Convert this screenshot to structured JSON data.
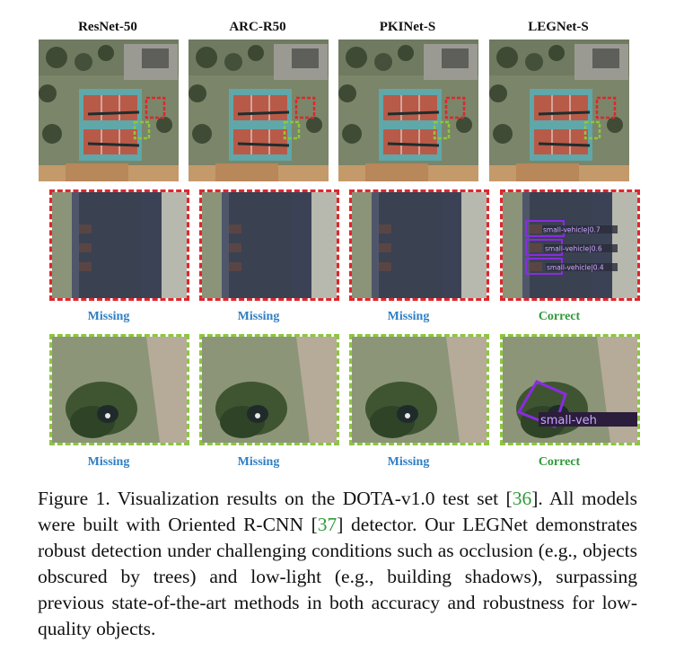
{
  "columns": [
    {
      "title": "ResNet-50",
      "row1_result": "Missing",
      "row2_result": "Missing"
    },
    {
      "title": "ARC-R50",
      "row1_result": "Missing",
      "row2_result": "Missing"
    },
    {
      "title": "PKINet-S",
      "row1_result": "Missing",
      "row2_result": "Missing"
    },
    {
      "title": "LEGNet-S",
      "row1_result": "Correct",
      "row2_result": "Correct"
    }
  ],
  "detections": {
    "row1": [
      "small-vehicle|0.7",
      "small-vehicle|0.6",
      "small-vehicle|0.4"
    ],
    "row2": [
      "small-veh"
    ]
  },
  "colors": {
    "missing": "#2f7fc4",
    "correct": "#2e9a39",
    "red_box": "#e0262b",
    "green_box": "#8cc63f",
    "detection": "#8a2be2"
  },
  "caption": {
    "part1": "Figure 1.  Visualization results on the DOTA-v1.0 test set [",
    "ref1": "36",
    "part2": "]. All models were built with Oriented R-CNN [",
    "ref2": "37",
    "part3": "] detector.  Our LEGNet demonstrates robust detection under challenging conditions such as occlusion (e.g., objects obscured by trees) and low-light (e.g., building shadows), surpassing previous state-of-the-art methods in both accuracy and robustness for low-quality objects."
  }
}
